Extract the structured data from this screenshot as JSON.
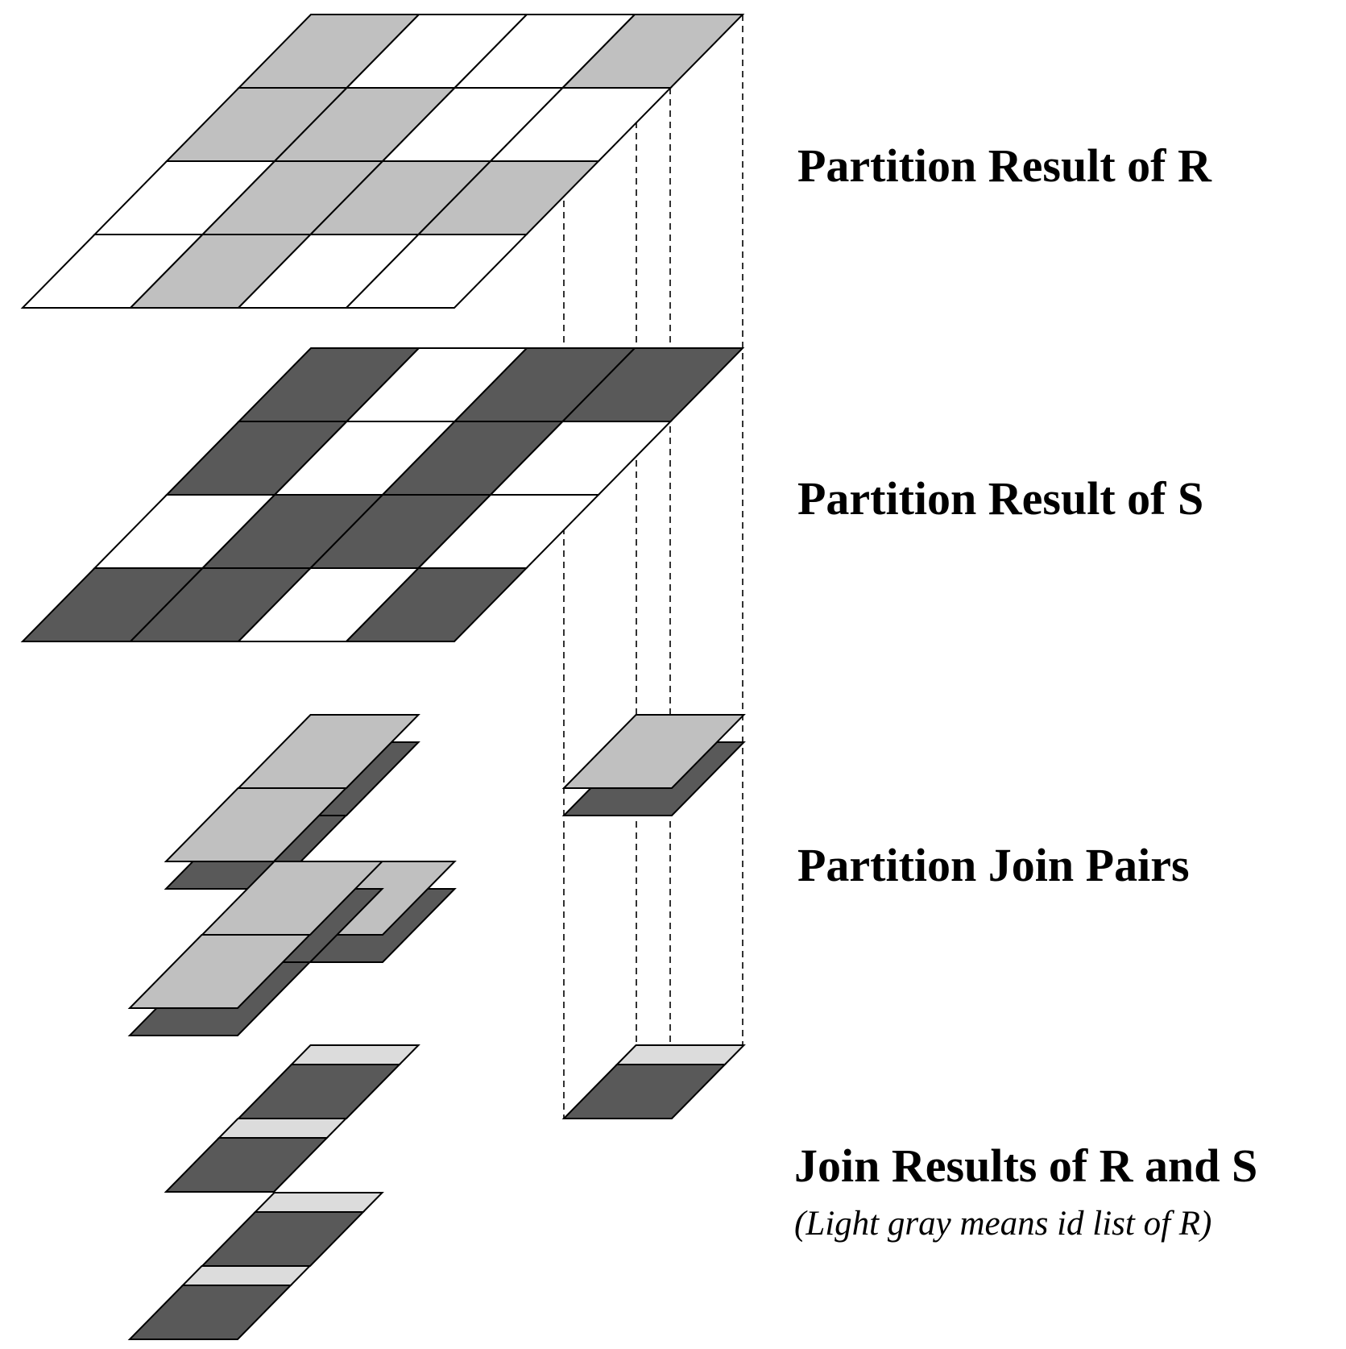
{
  "labels": {
    "partition_r": "Partition Result of R",
    "partition_s": "Partition Result of S",
    "join_pairs": "Partition Join Pairs",
    "join_results": "Join Results of R and S",
    "join_results_note": "(Light gray means id list of R)"
  },
  "colors": {
    "white": "#ffffff",
    "light_gray": "#c0c0c0",
    "dark_gray": "#595959",
    "lightest_gray": "#dcdcdc",
    "line": "#000000"
  },
  "grids": {
    "r": {
      "rows_back_to_front": [
        [
          "light_gray",
          "white",
          "white",
          "light_gray"
        ],
        [
          "light_gray",
          "light_gray",
          "white",
          "white"
        ],
        [
          "white",
          "light_gray",
          "light_gray",
          "light_gray"
        ],
        [
          "white",
          "light_gray",
          "white",
          "white"
        ]
      ]
    },
    "s": {
      "rows_back_to_front": [
        [
          "dark_gray",
          "white",
          "dark_gray",
          "dark_gray"
        ],
        [
          "dark_gray",
          "white",
          "dark_gray",
          "white"
        ],
        [
          "white",
          "dark_gray",
          "dark_gray",
          "white"
        ],
        [
          "dark_gray",
          "dark_gray",
          "white",
          "dark_gray"
        ]
      ]
    }
  }
}
